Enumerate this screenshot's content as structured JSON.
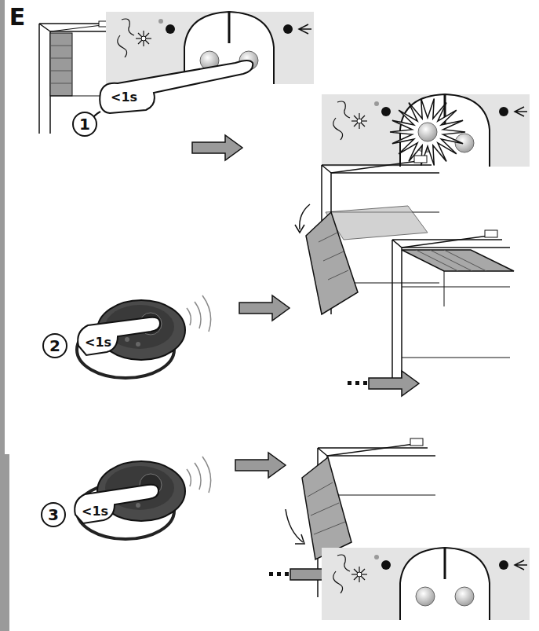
{
  "diagram": {
    "labels": [
      "E",
      "1",
      "<1s",
      "2",
      "<1s",
      "3",
      "<1s"
    ]
  }
}
